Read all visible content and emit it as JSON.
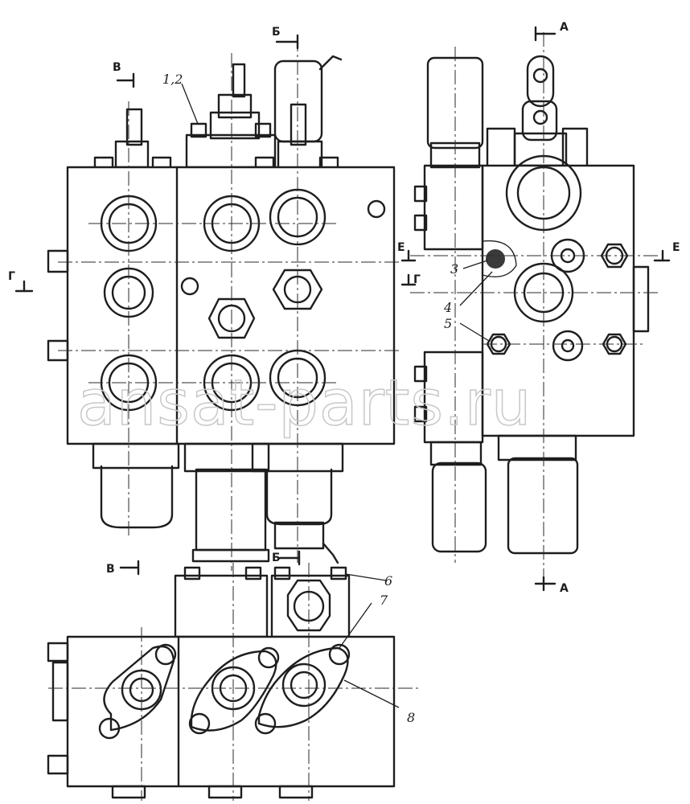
{
  "labels": {
    "item_1_2": "1,2",
    "item_3": "3",
    "item_4": "4",
    "item_5": "5",
    "item_6": "6",
    "item_7": "7",
    "item_8": "8"
  },
  "sections": {
    "A_top": "A",
    "A_bottom": "A",
    "B_top": "Б",
    "B_bottom": "Б",
    "V_top": "В",
    "V_bottom": "В",
    "G_left": "Г",
    "G_mid": "Г",
    "E_left": "Е",
    "E_right": "Е"
  },
  "watermark": "ansat-parts.ru",
  "colors": {
    "line": "#1e1e1e",
    "watermark": "#c8c8c8",
    "background": "#ffffff"
  }
}
